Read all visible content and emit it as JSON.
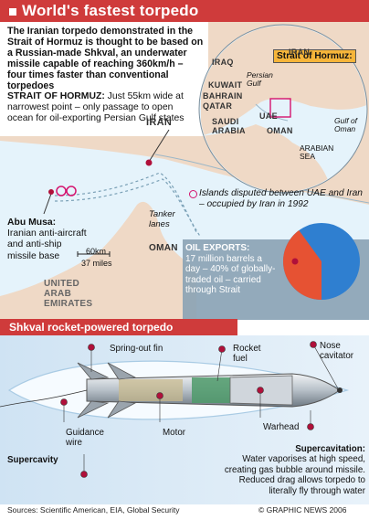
{
  "title": "World's fastest torpedo",
  "intro": "The Iranian torpedo demonstrated in the Strait of Hormuz is thought to be based on a Russian-made Shkval, an underwater missile capable of reaching 360km/h – four times faster than conventional torpedoes",
  "strait": {
    "heading": "STRAIT OF HORMUZ:",
    "text": "Just 55km wide at narrowest point – only passage to open ocean for oil-exporting Persian Gulf states"
  },
  "inset": {
    "label": "Strait of Hormuz:",
    "countries": [
      "IRAN",
      "IRAQ",
      "KUWAIT",
      "BAHRAIN",
      "QATAR",
      "SAUDI ARABIA",
      "UAE",
      "OMAN"
    ],
    "water": [
      "Persian Gulf",
      "Gulf of Oman",
      "ARABIAN SEA"
    ]
  },
  "map": {
    "iran": "IRAN",
    "oman": "OMAN",
    "uae": "UNITED ARAB EMIRATES",
    "tanker": "Tanker lanes",
    "scale_km": "60km",
    "scale_mi": "37 miles"
  },
  "abu_musa": {
    "heading": "Abu Musa:",
    "text": "Iranian anti-aircraft and anti-ship missile base"
  },
  "disputed": "Islands disputed between UAE and Iran – occupied by Iran in 1992",
  "oil": {
    "heading": "OIL EXPORTS:",
    "text": "17 million barrels a day – 40% of globally-traded oil – carried through Strait",
    "share": 40
  },
  "shkval": {
    "heading": "Shkval rocket-powered torpedo",
    "labels": {
      "fin": "Spring-out fin",
      "fuel": "Rocket fuel",
      "nose": "Nose cavitator",
      "guidance": "Guidance wire",
      "motor": "Motor",
      "warhead": "Warhead",
      "supercavity": "Supercavity"
    },
    "supercavitation_heading": "Supercavitation:",
    "supercavitation_text": "Water vaporises at high speed, creating gas bubble around missile. Reduced drag allows torpedo to literally fly through water"
  },
  "sources": "Sources: Scientific American, EIA, Global Security",
  "copyright": "© GRAPHIC NEWS 2006",
  "colors": {
    "accent": "#cf3b3b",
    "sea": "#e5f3fb",
    "land": "#efd9c6",
    "highlight": "#f6b53a",
    "pin": "#b0103a"
  }
}
